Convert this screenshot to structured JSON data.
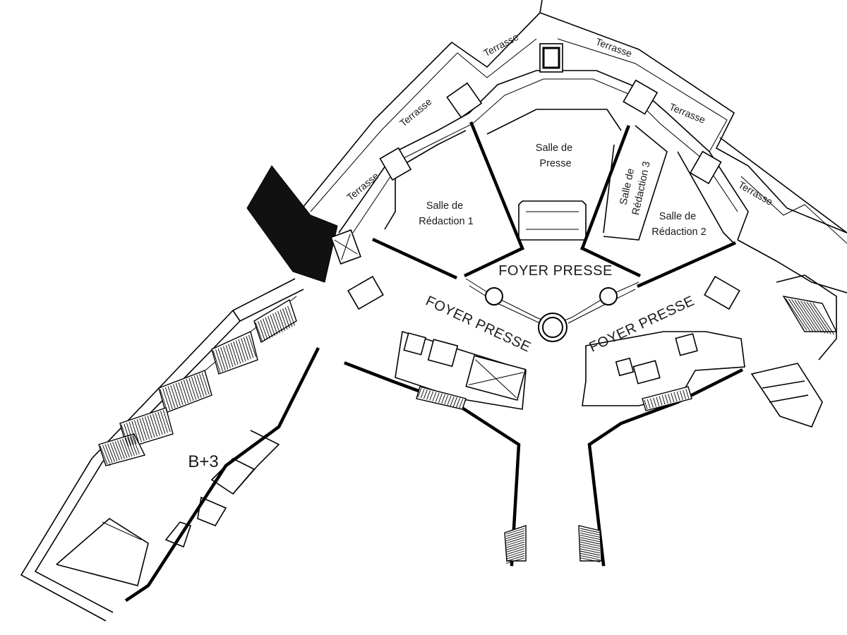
{
  "floor_label": "B+3",
  "rooms": {
    "salle_de_presse": [
      "Salle de",
      "Presse"
    ],
    "salle_redaction_1": [
      "Salle de",
      "Rédaction 1"
    ],
    "salle_redaction_2": [
      "Salle de",
      "Rédaction 2"
    ],
    "salle_redaction_3": [
      "Salle de",
      "Rédaction 3"
    ]
  },
  "foyers": {
    "center": "FOYER PRESSE",
    "left": "FOYER PRESSE",
    "right": "FOYER PRESSE"
  },
  "terraces": [
    "Terrasse",
    "Terrasse",
    "Terrasse",
    "Terrasse",
    "Terrasse",
    "Terrasse"
  ]
}
